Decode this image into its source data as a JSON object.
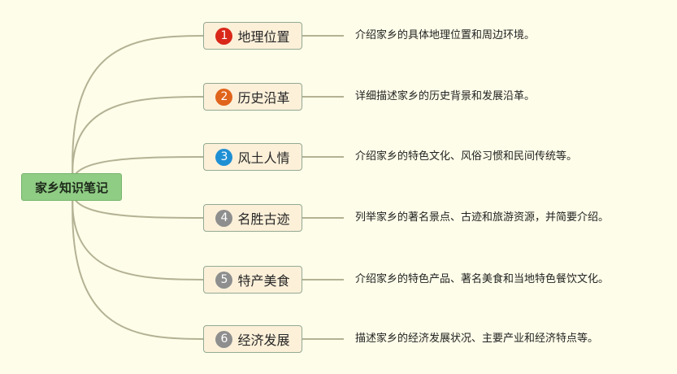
{
  "root": {
    "label": "家乡知识笔记"
  },
  "topics": [
    {
      "num": "1",
      "label": "地理位置",
      "color": "#d9271a",
      "desc": "介绍家乡的具体地理位置和周边环境。"
    },
    {
      "num": "2",
      "label": "历史沿革",
      "color": "#e0641c",
      "desc": "详细描述家乡的历史背景和发展沿革。"
    },
    {
      "num": "3",
      "label": "风土人情",
      "color": "#1f8fd4",
      "desc": "介绍家乡的特色文化、风俗习惯和民间传统等。"
    },
    {
      "num": "4",
      "label": "名胜古迹",
      "color": "#8e8e8e",
      "desc": "列举家乡的著名景点、古迹和旅游资源，并简要介绍。"
    },
    {
      "num": "5",
      "label": "特产美食",
      "color": "#8e8e8e",
      "desc": "介绍家乡的特色产品、著名美食和当地特色餐饮文化。"
    },
    {
      "num": "6",
      "label": "经济发展",
      "color": "#8e8e8e",
      "desc": "描述家乡的经济发展状况、主要产业和经济特点等。"
    }
  ],
  "colors": {
    "link": "#b4b294",
    "background": "#fefde9",
    "root_fill": "#8fcc84",
    "node_fill": "#fcf0d9"
  }
}
